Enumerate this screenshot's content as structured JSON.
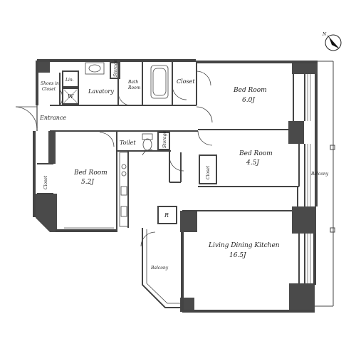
{
  "north": "N",
  "rooms": {
    "shoes_closet_1": "Shoes in",
    "shoes_closet_2": "Closet",
    "lin": "Lin.",
    "w": "W",
    "lavatory": "Lavatory",
    "storage_top": "Storage",
    "bath_1": "Bath",
    "bath_2": "Room",
    "closet_hall": "Closet",
    "bed1_name": "Bed Room",
    "bed1_size": "6.0J",
    "entrance": "Entrance",
    "toilet": "Toilet",
    "storage_mid": "Storage",
    "bed2_name": "Bed Room",
    "bed2_size": "4.5J",
    "closet_bed2": "Closet",
    "bed3_name": "Bed Room",
    "bed3_size": "5.2J",
    "closet_bed3": "Closet",
    "balcony_right": "Balcony",
    "refrigerator": "R",
    "ldk_name": "Living Dining Kitchen",
    "ldk_size": "16.5J",
    "balcony_lower": "Balcony"
  }
}
